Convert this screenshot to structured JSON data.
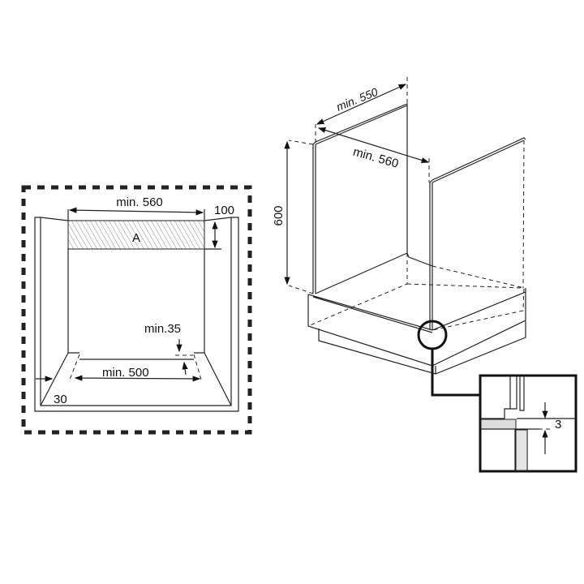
{
  "left_diagram": {
    "width_label": "min. 560",
    "height_label": "100",
    "area_label": "A",
    "gap_label": "min.35",
    "depth_label": "min. 500",
    "side_label": "30"
  },
  "right_diagram": {
    "depth_label": "min. 550",
    "width_label": "min. 560",
    "height_label": "600",
    "detail_label": "3"
  },
  "colors": {
    "line": "#222222",
    "hatch": "#999999"
  }
}
